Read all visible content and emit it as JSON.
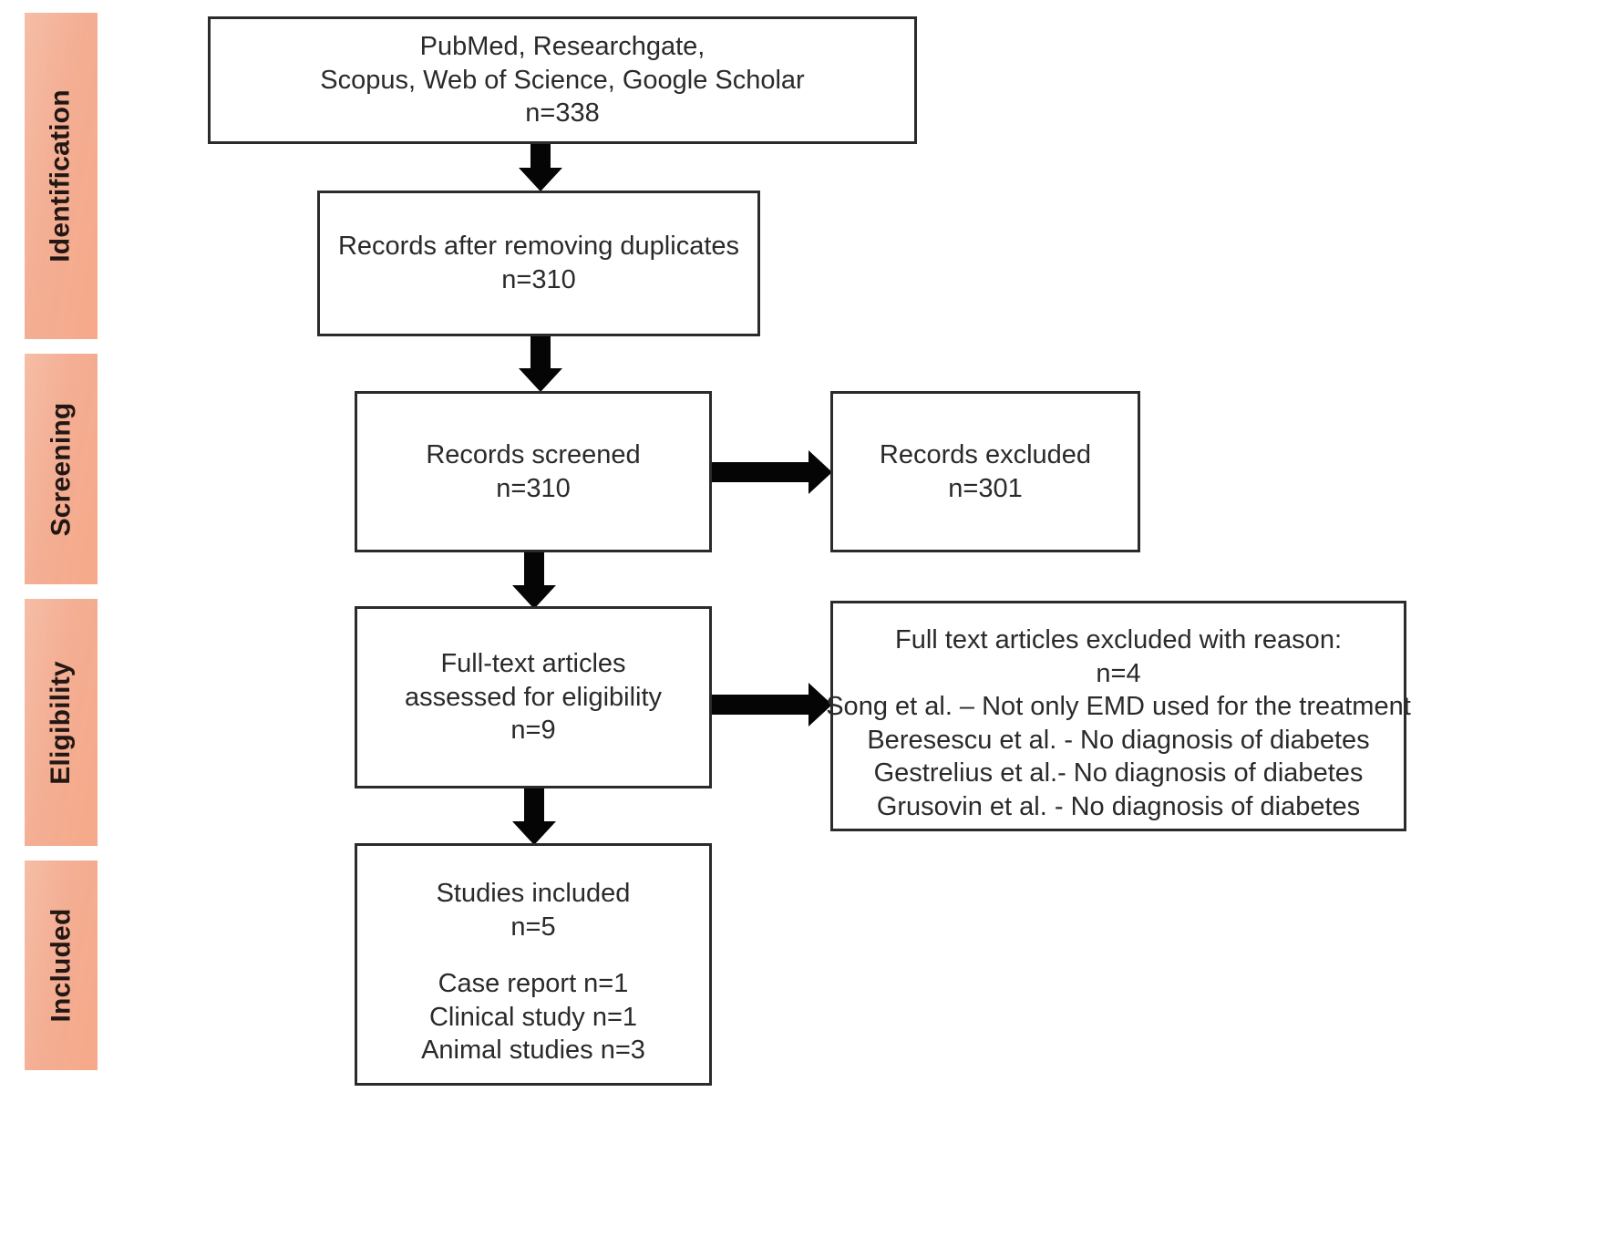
{
  "diagram": {
    "type": "prisma-flow-diagram",
    "title": "PRISMA Flow Diagram",
    "accent_color": "#f3ae93",
    "box_border_color": "#2b2b2b",
    "arrow_color": "#050505"
  },
  "stages": [
    {
      "label": "Identification"
    },
    {
      "label": "Screening"
    },
    {
      "label": "Eligibility"
    },
    {
      "label": "Included"
    }
  ],
  "boxes": {
    "sources": {
      "lines": [
        "PubMed, Researchgate,",
        "Scopus, Web of Science, Google Scholar",
        "n=338"
      ]
    },
    "deduplicated": {
      "lines": [
        "Records after removing duplicates",
        "n=310"
      ]
    },
    "screened": {
      "lines": [
        "Records screened",
        "n=310"
      ]
    },
    "excluded": {
      "lines": [
        "Records excluded",
        "n=301"
      ]
    },
    "eligibility": {
      "lines": [
        "Full-text articles",
        "assessed for eligibility",
        "n=9"
      ]
    },
    "excluded_with_reason": {
      "header": [
        "Full text articles excluded with reason:",
        "n=4"
      ],
      "reasons": [
        "Song et al. – Not only EMD used for the treatment",
        "Beresescu  et al. - No diagnosis of diabetes",
        "Gestrelius  et al.- No diagnosis of diabetes",
        "Grusovin et al. - No diagnosis of diabetes"
      ]
    },
    "included": {
      "header": [
        "Studies included",
        "n=5"
      ],
      "breakdown": [
        "Case report  n=1",
        "Clinical study  n=1",
        "Animal studies n=3"
      ]
    }
  },
  "counts": {
    "records_identified": 338,
    "records_after_duplicates": 310,
    "records_screened": 310,
    "records_excluded": 301,
    "full_text_assessed": 9,
    "full_text_excluded": 4,
    "studies_included": 5,
    "case_report": 1,
    "clinical_study": 1,
    "animal_studies": 3
  }
}
